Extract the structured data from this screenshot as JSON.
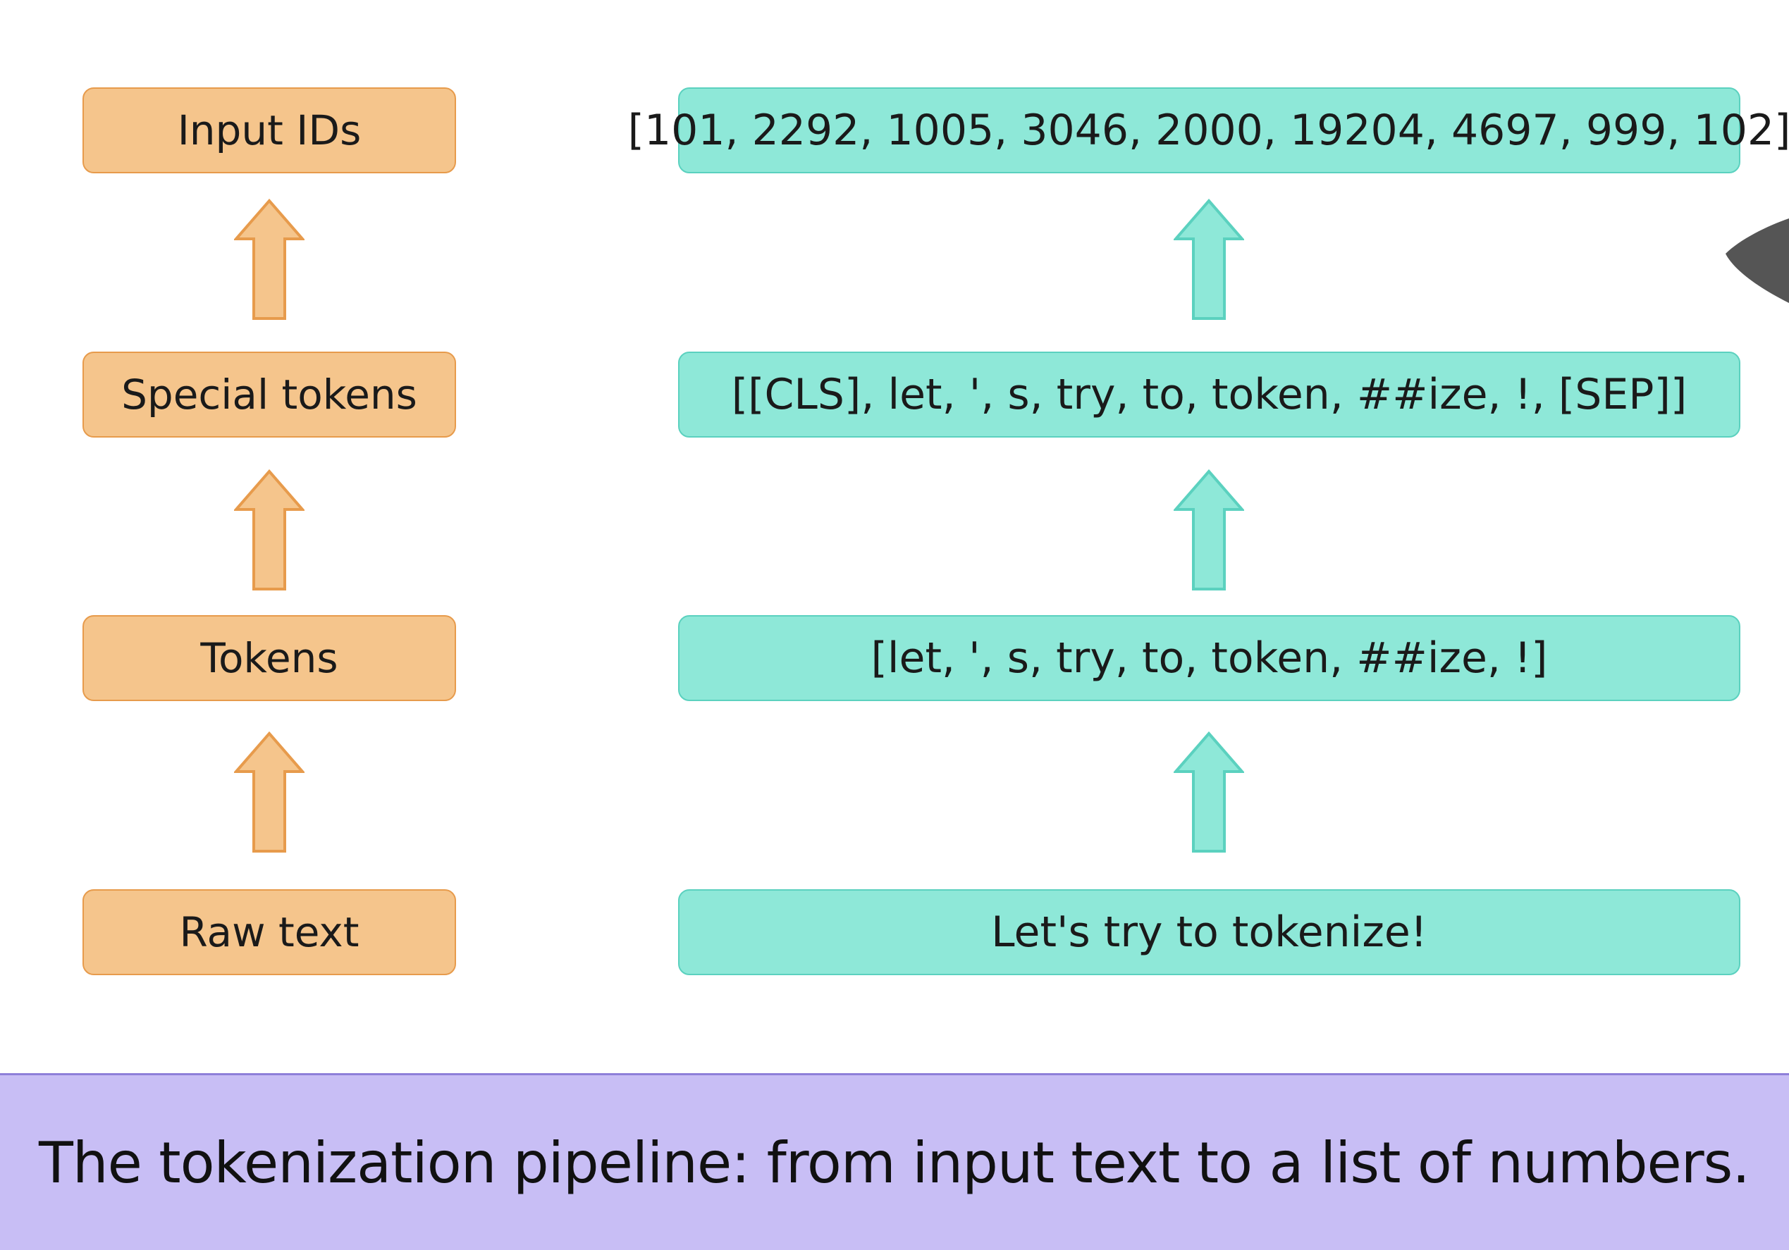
{
  "stages": [
    {
      "label": "Input IDs",
      "value": "[101, 2292, 1005, 3046, 2000, 19204, 4697, 999, 102]"
    },
    {
      "label": "Special tokens",
      "value": "[[CLS], let, ', s, try, to, token, ##ize, !, [SEP]]"
    },
    {
      "label": "Tokens",
      "value": "[let, ', s, try, to, token, ##ize, !]"
    },
    {
      "label": "Raw text",
      "value": "Let's try to tokenize!"
    }
  ],
  "caption": {
    "text": "The tokenization pipeline: from input text to a list of numbers."
  },
  "colors": {
    "label_fill": "#f5c58c",
    "label_stroke": "#e79b4c",
    "value_fill": "#8ee8d8",
    "value_stroke": "#5bd1bf",
    "caption_band": "#c8bef5"
  }
}
